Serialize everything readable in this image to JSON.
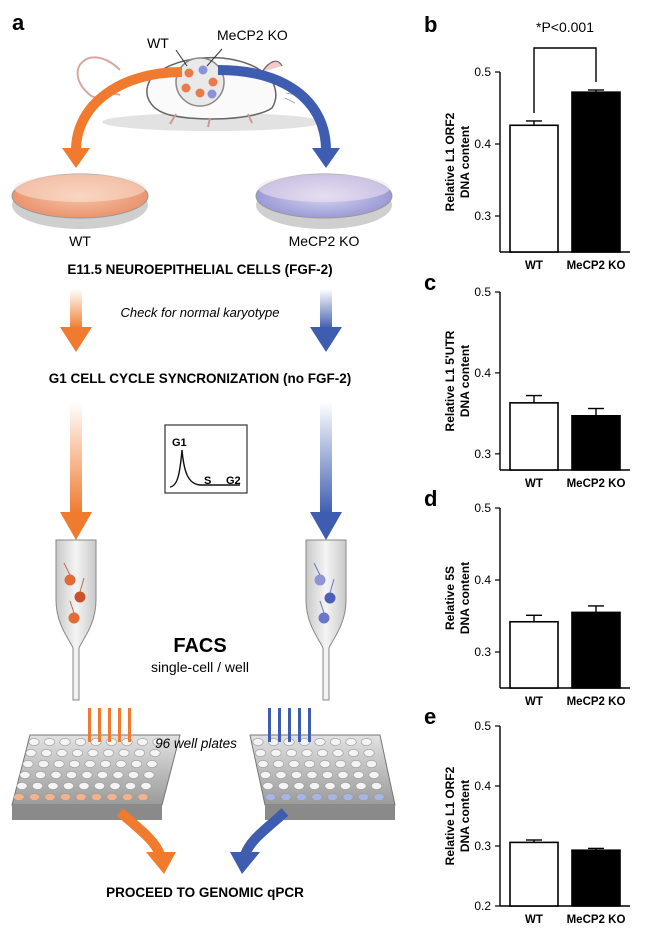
{
  "panels": {
    "a": {
      "letter": "a",
      "wt_label": "WT",
      "ko_label": "MeCP2 KO",
      "dish_wt": "WT",
      "dish_ko": "MeCP2 KO",
      "cells_title": "E11.5 NEUROEPITHELIAL CELLS (FGF-2)",
      "karyotype": "Check for normal karyotype",
      "sync_title": "G1 CELL CYCLE SYNCRONIZATION (no FGF-2)",
      "histogram": {
        "g1": "G1",
        "s": "S",
        "g2": "G2"
      },
      "facs_title": "FACS",
      "facs_sub": "single-cell / well",
      "plates": "96 well plates",
      "proceed": "PROCEED TO GENOMIC qPCR"
    },
    "colors": {
      "wt": "#f07a2e",
      "ko": "#3e5db0"
    }
  },
  "chart_data": [
    {
      "panel": "b",
      "type": "bar",
      "categories": [
        "WT",
        "MeCP2 KO"
      ],
      "values": [
        0.426,
        0.472
      ],
      "errors": [
        0.006,
        0.003
      ],
      "ylabel_line1": "Relative L1 ORF2",
      "ylabel_line2": "DNA content",
      "yticks": [
        "0.3",
        "0.4",
        "0.5"
      ],
      "ylim": [
        0.25,
        0.5
      ],
      "significance": "*P<0.001",
      "bar_colors": [
        "#ffffff",
        "#000000"
      ]
    },
    {
      "panel": "c",
      "type": "bar",
      "categories": [
        "WT",
        "MeCP2 KO"
      ],
      "values": [
        0.363,
        0.347
      ],
      "errors": [
        0.009,
        0.009
      ],
      "ylabel_line1": "Relative L1 5'UTR",
      "ylabel_line2": "DNA content",
      "yticks": [
        "0.3",
        "0.4",
        "0.5"
      ],
      "ylim": [
        0.28,
        0.5
      ],
      "bar_colors": [
        "#ffffff",
        "#000000"
      ]
    },
    {
      "panel": "d",
      "type": "bar",
      "categories": [
        "WT",
        "MeCP2 KO"
      ],
      "values": [
        0.342,
        0.355
      ],
      "errors": [
        0.009,
        0.009
      ],
      "ylabel_line1": "Relative 5S",
      "ylabel_line2": "DNA content",
      "yticks": [
        "0.3",
        "0.4",
        "0.5"
      ],
      "ylim": [
        0.25,
        0.5
      ],
      "bar_colors": [
        "#ffffff",
        "#000000"
      ]
    },
    {
      "panel": "e",
      "type": "bar",
      "categories": [
        "WT",
        "MeCP2 KO"
      ],
      "values": [
        0.306,
        0.293
      ],
      "errors": [
        0.004,
        0.003
      ],
      "ylabel_line1": "Relative L1 ORF2",
      "ylabel_line2": "DNA content",
      "yticks": [
        "0.2",
        "0.3",
        "0.4",
        "0.5"
      ],
      "ylim": [
        0.2,
        0.5
      ],
      "bar_colors": [
        "#ffffff",
        "#000000"
      ]
    }
  ]
}
